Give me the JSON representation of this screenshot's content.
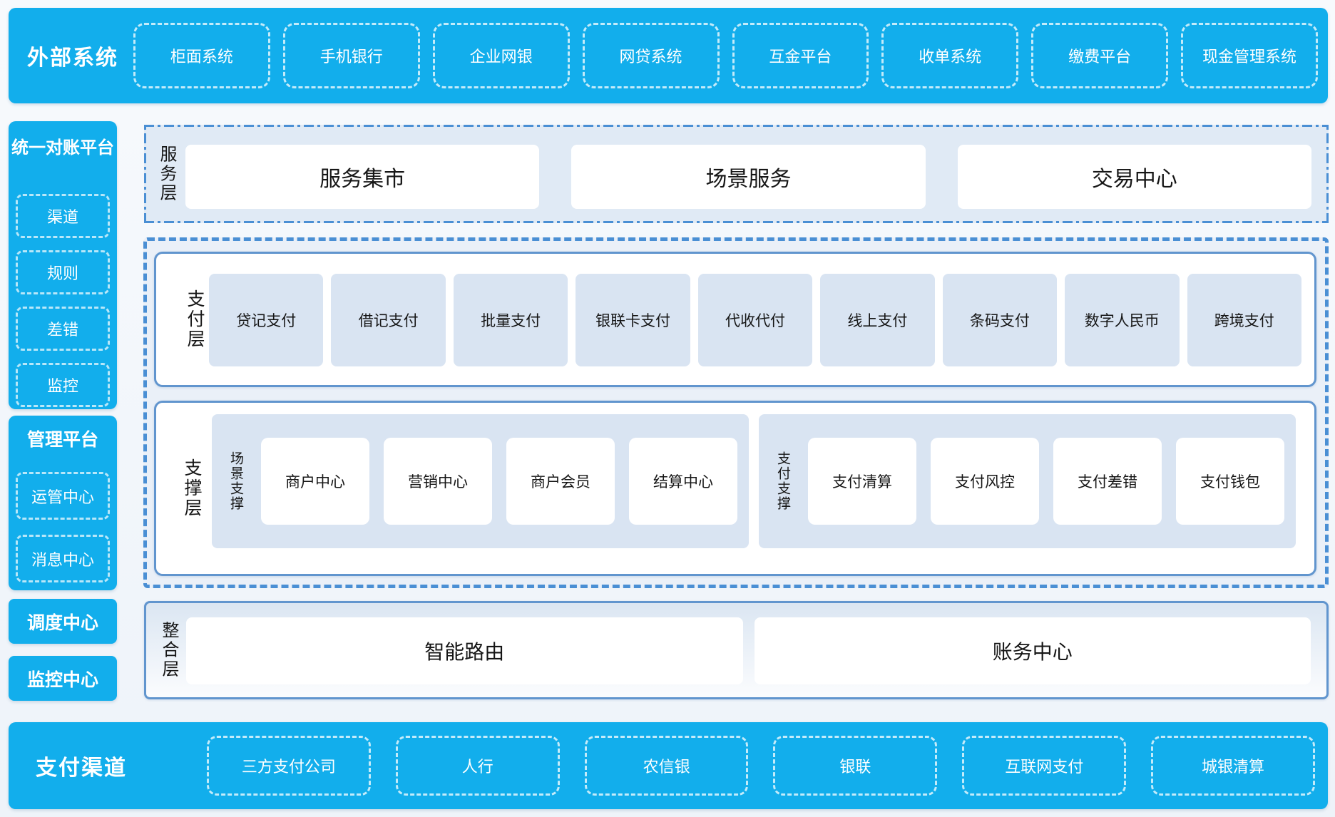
{
  "colors": {
    "cyan": "#12AEEC",
    "dash_border": "#4A8FD4",
    "solid_border": "#6195CE",
    "layer_bg": "#E0EAF5",
    "outer_bg": "#EAF0F8",
    "card_light_blue": "#D9E4F2",
    "text_dark": "#161616",
    "text_white": "#FFFFFF"
  },
  "top_bar": {
    "title": "外部系统",
    "items": [
      "柜面系统",
      "手机银行",
      "企业网银",
      "网贷系统",
      "互金平台",
      "收单系统",
      "缴费平台",
      "现金管理系统"
    ]
  },
  "sidebar": {
    "recon_platform": {
      "title": "统一对账平台",
      "items": [
        "渠道",
        "规则",
        "差错",
        "监控"
      ]
    },
    "mgmt_platform": {
      "title": "管理平台",
      "items": [
        "运管中心",
        "消息中心"
      ]
    },
    "dispatch_center": "调度中心",
    "monitor_center": "监控中心"
  },
  "service_layer": {
    "label": "服务层",
    "items": [
      "服务集市",
      "场景服务",
      "交易中心"
    ]
  },
  "payment_layer": {
    "label": "支付层",
    "items": [
      "贷记支付",
      "借记支付",
      "批量支付",
      "银联卡支付",
      "代收代付",
      "线上支付",
      "条码支付",
      "数字人民币",
      "跨境支付"
    ]
  },
  "support_layer": {
    "label": "支撑层",
    "groups": [
      {
        "label": "场景支撑",
        "items": [
          "商户中心",
          "营销中心",
          "商户会员",
          "结算中心"
        ]
      },
      {
        "label": "支付支撑",
        "items": [
          "支付清算",
          "支付风控",
          "支付差错",
          "支付钱包"
        ]
      }
    ]
  },
  "integration_layer": {
    "label": "整合层",
    "items": [
      "智能路由",
      "账务中心"
    ]
  },
  "bottom_bar": {
    "title": "支付渠道",
    "items": [
      "三方支付公司",
      "人行",
      "农信银",
      "银联",
      "互联网支付",
      "城银清算"
    ]
  }
}
